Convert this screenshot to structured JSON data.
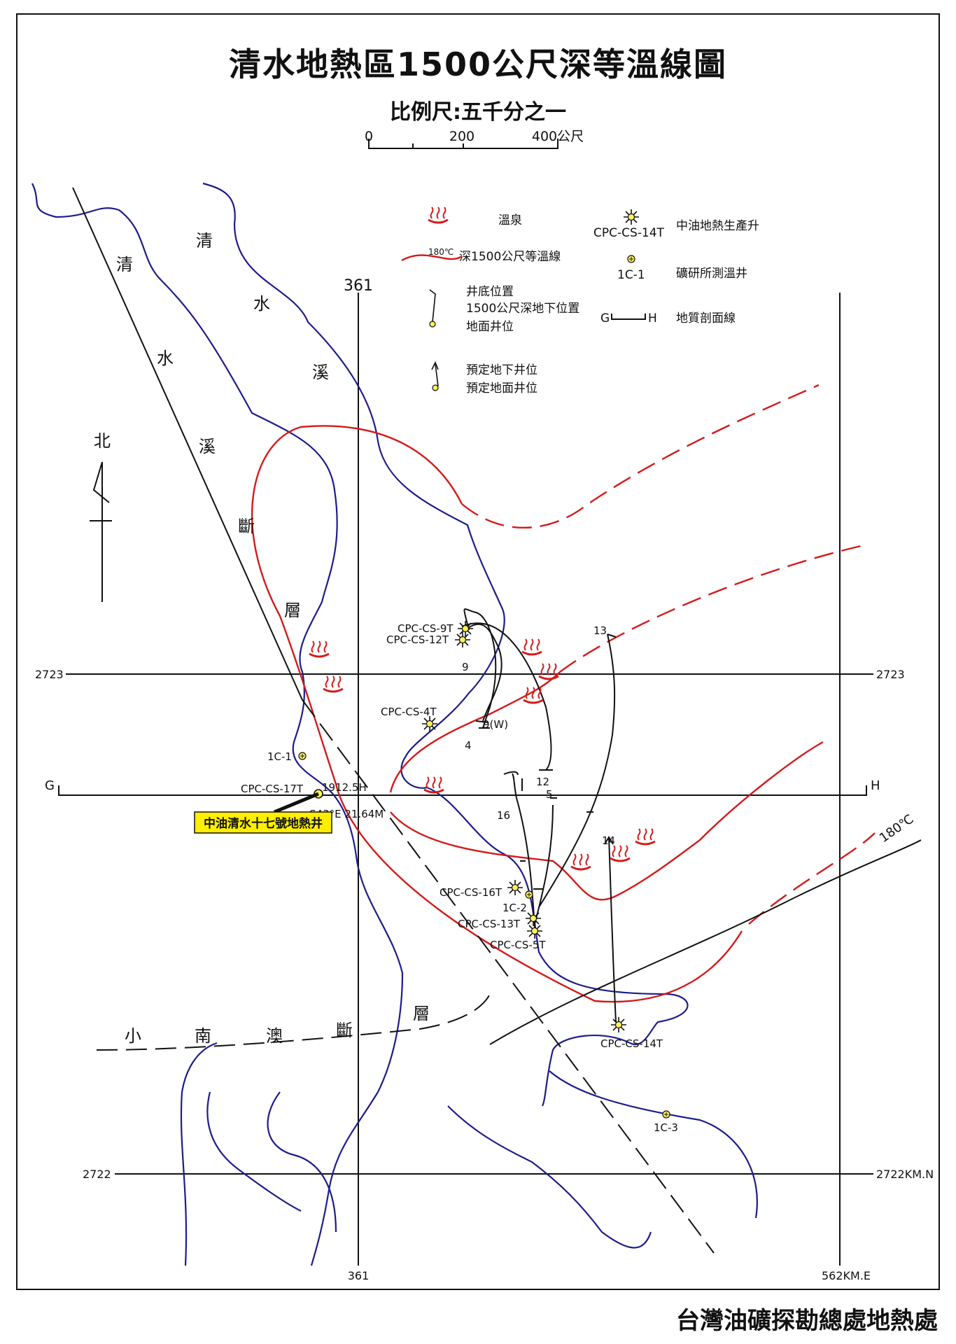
{
  "title": "清水地熱區1500公尺深等溫線圖",
  "scale": {
    "label": "比例尺:五千分之一",
    "ticks": [
      "0",
      "200",
      "400公尺"
    ]
  },
  "legend": {
    "hot_spring": "溫泉",
    "isotherm": "深1500公尺等溫線",
    "isotherm_sample": "180℃",
    "production_well_sample": "CPC-CS-14T",
    "production_well": "中油地熱生產升",
    "temp_well_sample": "1C-1",
    "temp_well": "礦研所測溫井",
    "well_bottom": "井底位置",
    "depth_1500": "1500公尺深地下位置",
    "surface_well": "地面井位",
    "section_G": "G",
    "section_H": "H",
    "section_line": "地質剖面線",
    "planned_underground": "預定地下井位",
    "planned_surface": "預定地面井位"
  },
  "north": "北",
  "grid": {
    "x361_top": "361",
    "x361_bottom": "361",
    "y2723_left": "2723",
    "y2723_right": "2723",
    "y2722_left": "2722",
    "y2722_right": "2722KM.N",
    "x562": "562KM.E"
  },
  "features": {
    "river_chars": [
      "清",
      "水",
      "溪"
    ],
    "fault_chars": [
      "清",
      "水",
      "溪",
      "斷",
      "層"
    ],
    "south_fault_chars": [
      "小",
      "南",
      "澳",
      "斷",
      "層"
    ],
    "isotherm_value": "180℃"
  },
  "wells": {
    "cs9t": "CPC-CS-9T",
    "cs12t": "CPC-CS-12T",
    "cs4t": "CPC-CS-4T",
    "cs17t": "CPC-CS-17T",
    "cs16t": "CPC-CS-16T",
    "cs13t": "CPC-CS-13T",
    "cs5t": "CPC-CS-5T",
    "cs14t": "CPC-CS-14T",
    "ic1": "1C-1",
    "ic2": "1C-2",
    "ic3": "1C-3"
  },
  "well_labels": {
    "n9": "9",
    "n9w": "9(W)",
    "n4": "4",
    "n12": "12",
    "n5": "5",
    "n16": "16",
    "n13": "13",
    "n14": "14"
  },
  "annotations": {
    "depth": "1912.5H",
    "bearing": "S43°E 21.64M",
    "callout": "中油清水十七號地熱井"
  },
  "credit": "台灣油礦探勘總處地熱處",
  "colors": {
    "river": "#1c1c8c",
    "isotherm": "#d41a1a",
    "callout_fill": "#ffee00",
    "well_fill": "#fff15a"
  }
}
